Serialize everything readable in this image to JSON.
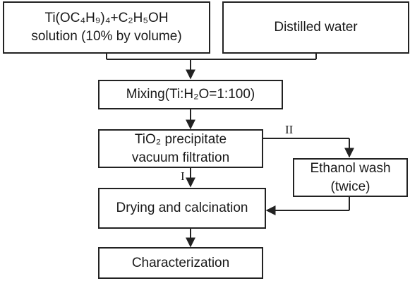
{
  "boxes": {
    "precursor": {
      "line1": "Ti(OC₄H₉)₄+C₂H₅OH",
      "line2": "solution (10% by volume)"
    },
    "water": {
      "text": "Distilled water"
    },
    "mixing": {
      "text": "Mixing(Ti:H₂O=1:100)"
    },
    "precipitate": {
      "line1": "TiO₂ precipitate",
      "line2": "vacuum filtration"
    },
    "ethanol": {
      "line1": "Ethanol wash",
      "line2": "(twice)"
    },
    "drying": {
      "text": "Drying and calcination"
    },
    "characterization": {
      "text": "Characterization"
    }
  },
  "paths": {
    "route1": "I",
    "route2": "II"
  },
  "colors": {
    "line": "#222222",
    "text": "#1a1a1a"
  }
}
